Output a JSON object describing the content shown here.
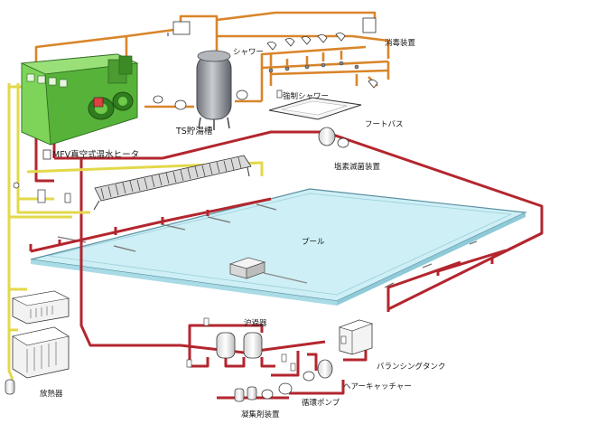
{
  "labels": {
    "shower": "シャワー",
    "disinfector": "消毒装置",
    "forced_shower": "強制シャワー",
    "foot_bath": "フートバス",
    "ts_tank": "TS貯湯槽",
    "mfv_heater": "MFV真空式温水ヒータ",
    "chlorine_sterilizer": "塩素滅菌装置",
    "pool": "プール",
    "filter": "沪過器",
    "balancing_tank": "バランシングタンク",
    "hair_catcher": "ヘアーキャッチャー",
    "circulation_pump": "循環ポンプ",
    "coagulant_unit": "凝集剤装置",
    "radiator": "放熱器"
  },
  "colors": {
    "hot_water_pipe": "#d9852a",
    "pool_circulation_pipe": "#b3262e",
    "heating_pipe": "#e3d84a",
    "pool_water": "#cdeff5",
    "heater_body": "#6fc94a",
    "tank": "#9a9da3"
  },
  "icons": [
    "valve-icon",
    "shower-head-icon",
    "pump-icon",
    "inlet-nozzle-icon"
  ]
}
